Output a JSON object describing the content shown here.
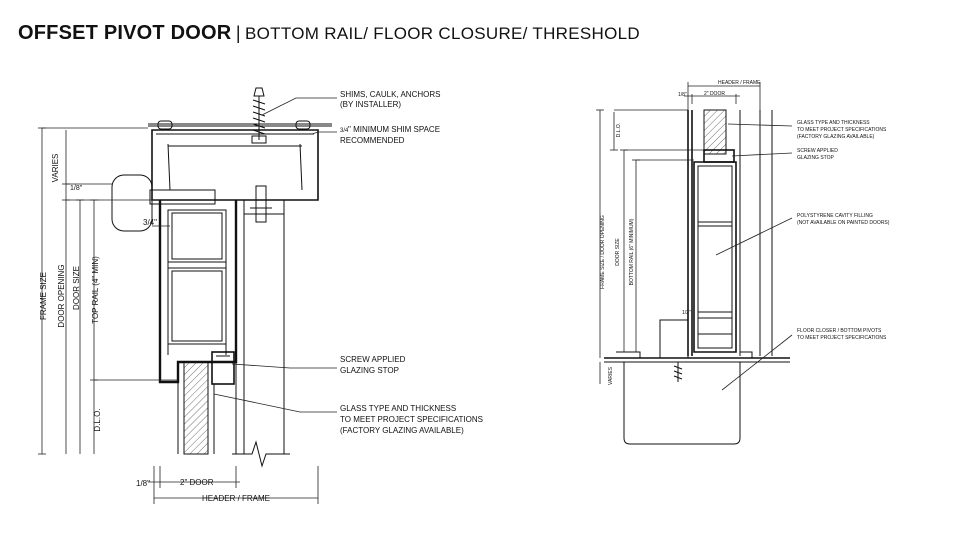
{
  "title": {
    "main": "OFFSET PIVOT DOOR",
    "separator": "|",
    "subtitle": "BOTTOM RAIL/ FLOOR CLOSURE/ THRESHOLD"
  },
  "left_detail": {
    "callouts": {
      "shims_line1": "SHIMS, CAULK, ANCHORS",
      "shims_line2": "(BY INSTALLER)",
      "shim_space_fraction": "3/4",
      "shim_space_line1": "\" MINIMUM SHIM SPACE",
      "shim_space_line2": "RECOMMENDED",
      "glazing_stop_line1": "SCREW APPLIED",
      "glazing_stop_line2": "GLAZING STOP",
      "glass_line1": "GLASS TYPE AND THICKNESS",
      "glass_line2": "TO MEET PROJECT SPECIFICATIONS",
      "glass_line3": "(FACTORY GLAZING AVAILABLE)"
    },
    "dimensions": {
      "varies": "VARIES",
      "frame_size": "FRAME SIZE",
      "door_opening": "DOOR OPENING",
      "door_size": "DOOR SIZE",
      "top_rail": "TOP RAIL (4\" MIN)",
      "dlo": "D.L.O.",
      "eighth": "1/8\"",
      "three_quarter": "3/4\"",
      "two_inch_door": "2\" DOOR",
      "header_frame": "HEADER / FRAME"
    }
  },
  "right_detail": {
    "callouts": {
      "glass_line1": "GLASS TYPE AND THICKNESS",
      "glass_line2": "TO MEET PROJECT SPECIFICATIONS",
      "glass_line3": "(FACTORY GLAZING AVAILABLE)",
      "stop_line1": "SCREW APPLIED",
      "stop_line2": "GLAZING STOP",
      "filling_line1": "POLYSTYRENE CAVITY FILLING",
      "filling_line2": "(NOT AVAILABLE ON PAINTED DOORS)",
      "closer_line1": "FLOOR CLOSER / BOTTOM PIVOTS",
      "closer_line2": "TO MEET PROJECT SPECIFICATIONS"
    },
    "dimensions": {
      "header_frame": "HEADER / FRAME",
      "two_inch_door": "2\" DOOR",
      "eighth": "1/8\"",
      "dlo": "D.L.O.",
      "frame_size_door_opening": "FRAME SIZE / DOOR OPENING",
      "door_size": "DOOR SIZE",
      "bottom_rail": "BOTTOM RAIL (6\" MINIMUM)",
      "half": "1/2\"",
      "varies": "VARIES"
    }
  }
}
